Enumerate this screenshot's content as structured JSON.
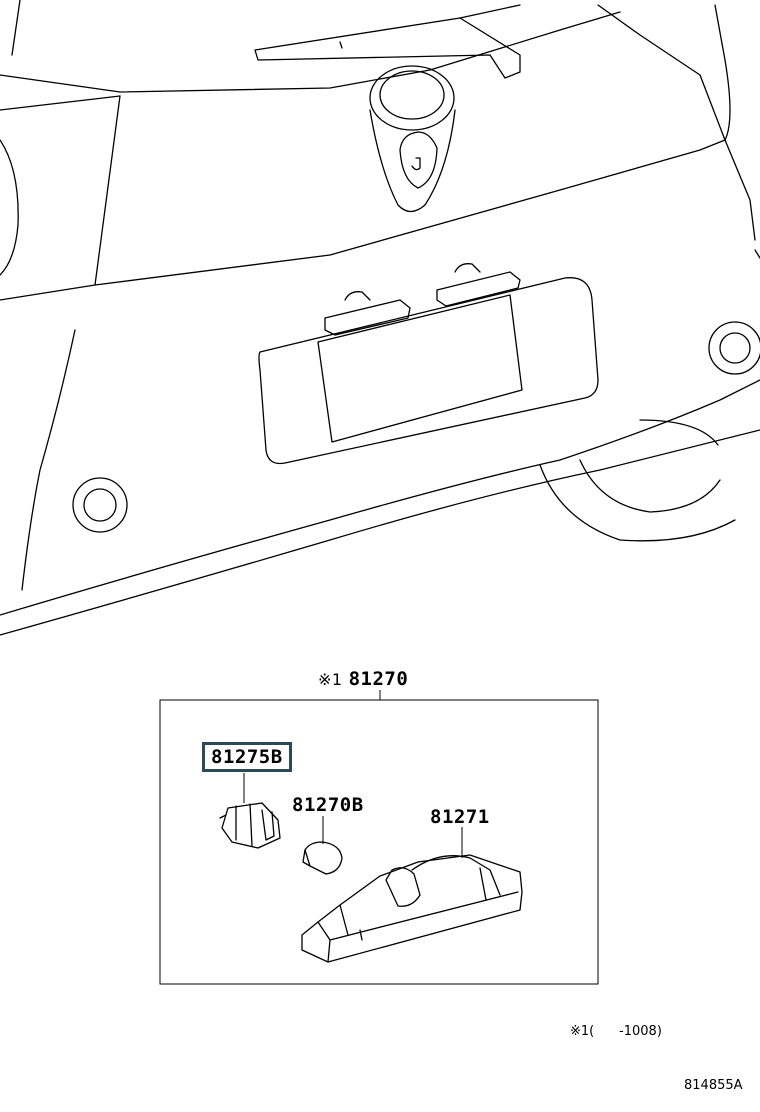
{
  "diagram": {
    "assembly_callout": {
      "mark": "※1",
      "part_no": "81270"
    },
    "parts": [
      {
        "id": "socket",
        "part_no": "81275B",
        "highlighted": true
      },
      {
        "id": "bulb",
        "part_no": "81270B",
        "highlighted": false
      },
      {
        "id": "lamp_lens",
        "part_no": "81271",
        "highlighted": false
      }
    ],
    "footnote": {
      "mark": "※1",
      "text": "(      -1008)"
    },
    "illustration_code": "814855A",
    "highlight_color": "#2c4a55"
  }
}
